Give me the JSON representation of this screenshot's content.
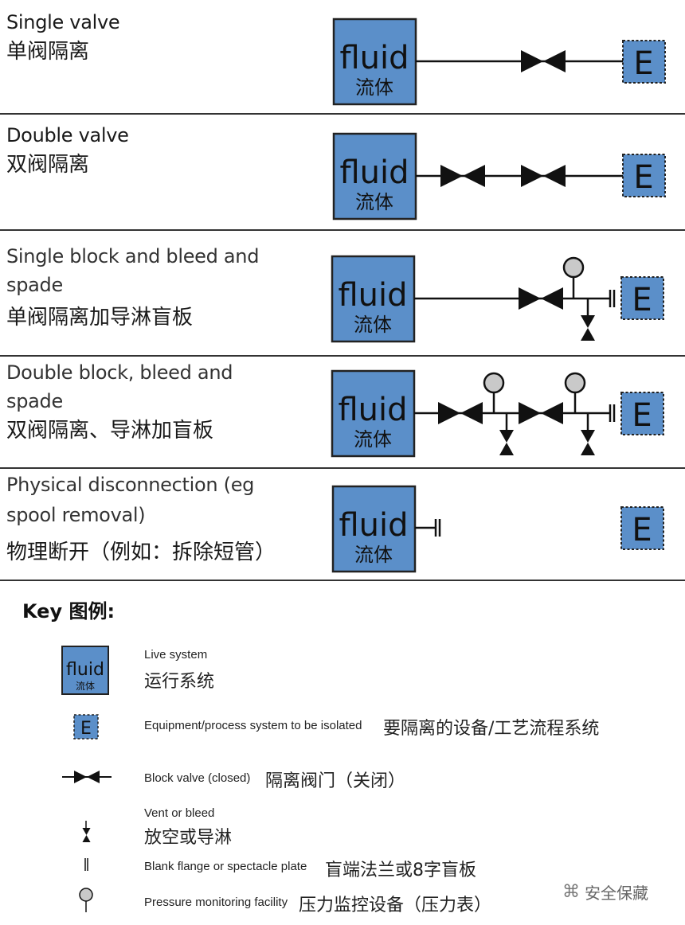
{
  "rows": [
    {
      "en_1": "Single valve",
      "en_2": "",
      "cn": "单阀隔离"
    },
    {
      "en_1": "Double valve",
      "en_2": "",
      "cn": "双阀隔离"
    },
    {
      "en_1": "Single block and bleed and",
      "en_2": "spade",
      "cn": "单阀隔离加导淋盲板"
    },
    {
      "en_1": "Double block, bleed and",
      "en_2": "spade",
      "cn": "双阀隔离、导淋加盲板"
    },
    {
      "en_1": "Physical disconnection (eg",
      "en_2": "spool removal)",
      "cn": "物理断开（例如：拆除短管）"
    }
  ],
  "symbols": {
    "fluid_en": "fluid",
    "fluid_cn": "流体",
    "equipment": "E"
  },
  "key": {
    "title": "Key 图例:",
    "items": [
      {
        "icon": "live-system-icon",
        "en": "Live system",
        "cn": "运行系统"
      },
      {
        "icon": "equipment-icon",
        "en": "Equipment/process system to be isolated",
        "cn": "要隔离的设备/工艺流程系统"
      },
      {
        "icon": "block-valve-icon",
        "en": "Block valve (closed)",
        "cn": "隔离阀门（关闭）"
      },
      {
        "icon": "vent-bleed-icon",
        "en": "Vent or bleed",
        "cn": "放空或导淋"
      },
      {
        "icon": "blank-flange-icon",
        "en": "Blank flange or spectacle plate",
        "cn": "盲端法兰或8字盲板"
      },
      {
        "icon": "pressure-gauge-icon",
        "en": "Pressure monitoring facility",
        "cn": "压力监控设备（压力表）"
      }
    ]
  },
  "watermark": "安全保藏",
  "colors": {
    "box_fill": "#5b8fc9",
    "gauge_fill": "#c9c9c9",
    "line": "#111111"
  }
}
